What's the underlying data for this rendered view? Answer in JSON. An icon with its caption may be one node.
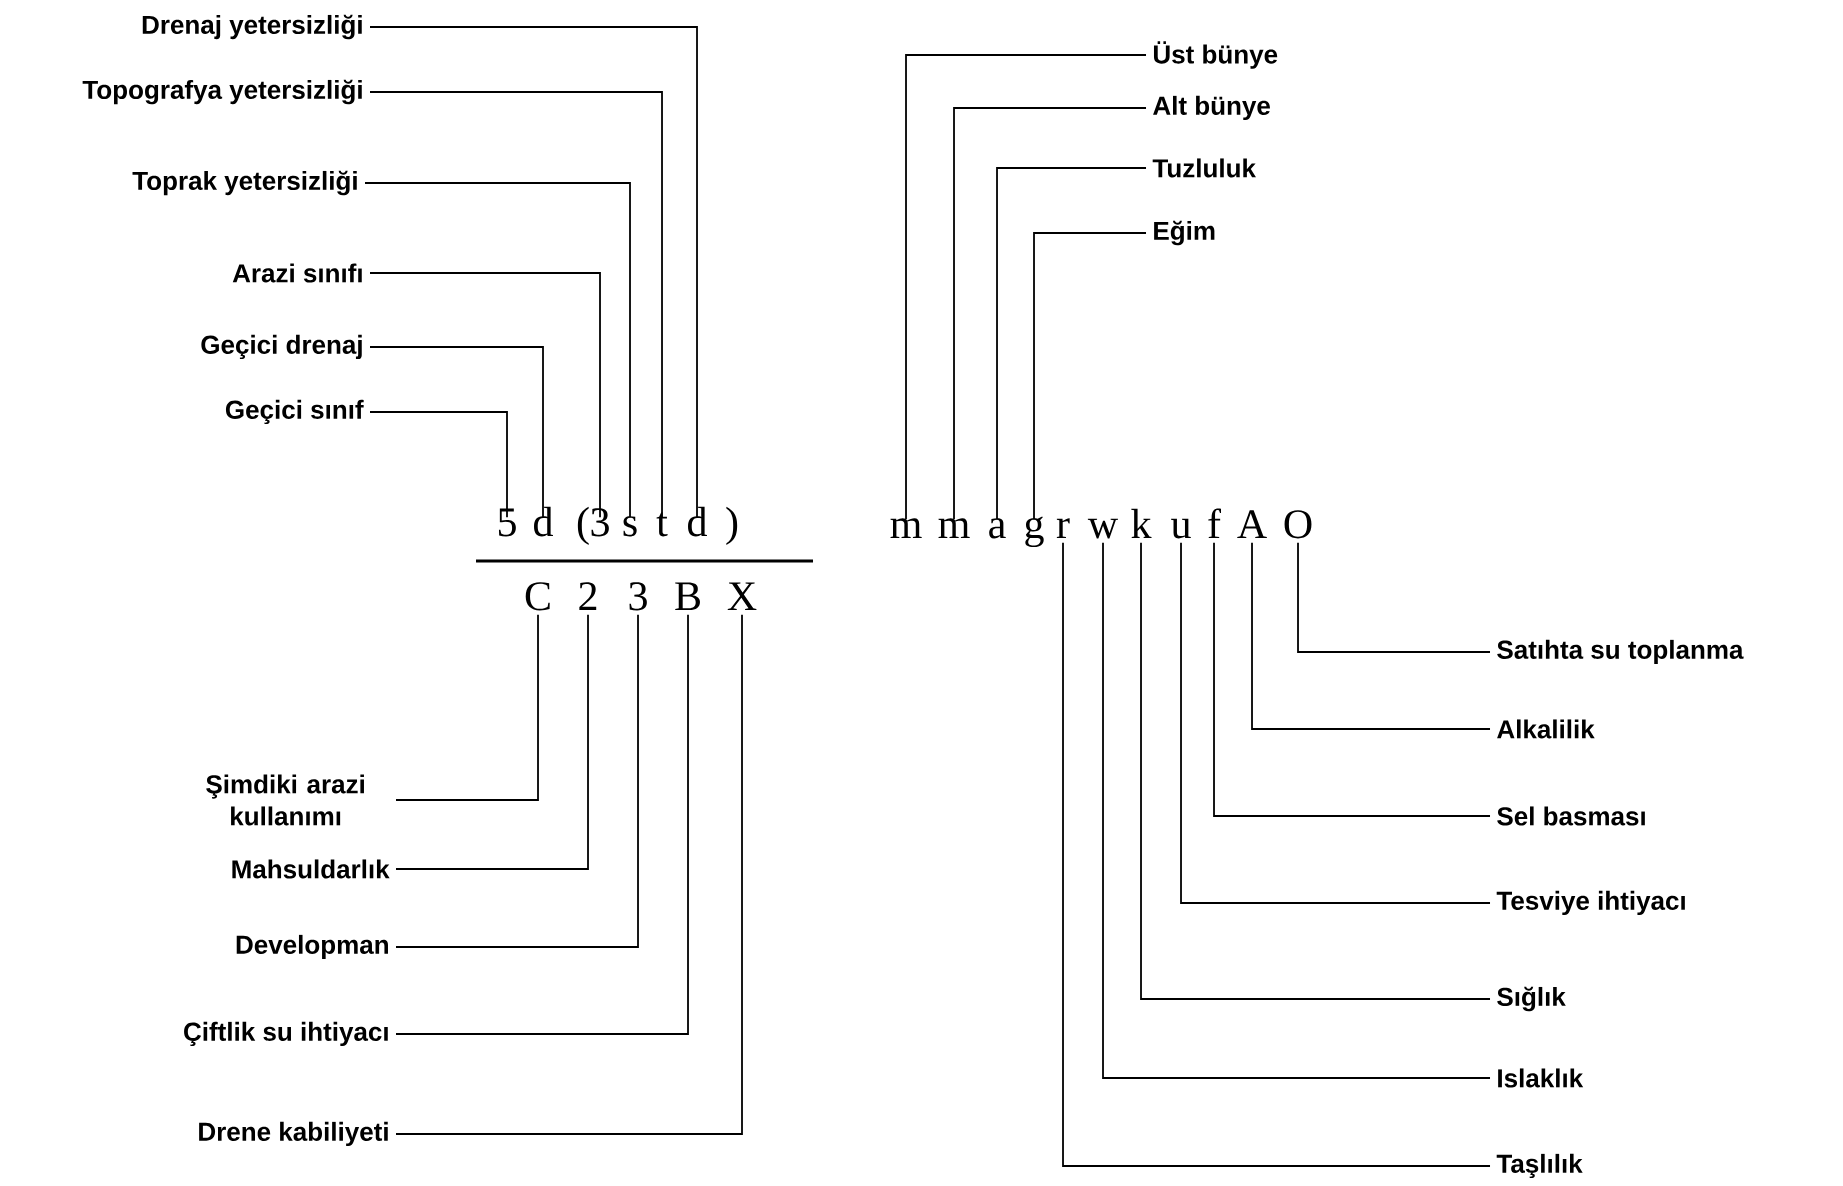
{
  "diagram": {
    "nodes": [
      {
        "text": [
          "Drenaj yetersizliği"
        ]
      },
      {
        "text": [
          "Topografya yetersizliği"
        ]
      },
      {
        "text": [
          "Toprak yetersizliği"
        ]
      },
      {
        "text": [
          "Arazi sınıfı"
        ]
      },
      {
        "text": [
          "Geçici drenaj"
        ]
      },
      {
        "text": [
          "Geçici sınıf"
        ]
      },
      {
        "text": [
          "Üst bünye"
        ]
      },
      {
        "text": [
          "Alt bünye"
        ]
      },
      {
        "text": [
          "Tuzluluk"
        ]
      },
      {
        "text": [
          "Eğim"
        ]
      },
      {
        "text": [
          "5"
        ]
      },
      {
        "text": [
          "d"
        ]
      },
      {
        "text": [
          "3"
        ]
      },
      {
        "text": [
          "s"
        ]
      },
      {
        "text": [
          "t"
        ]
      },
      {
        "text": [
          "d"
        ]
      },
      {
        "text": [
          "m"
        ]
      },
      {
        "text": [
          "m"
        ]
      },
      {
        "text": [
          "a"
        ]
      },
      {
        "text": [
          "g"
        ]
      },
      {
        "text": [
          "r"
        ]
      },
      {
        "text": [
          "w"
        ]
      },
      {
        "text": [
          "k"
        ]
      },
      {
        "text": [
          "u"
        ]
      },
      {
        "text": [
          "f"
        ]
      },
      {
        "text": [
          "A"
        ]
      },
      {
        "text": [
          "O"
        ]
      },
      {
        "text": [
          "C"
        ]
      },
      {
        "text": [
          "2"
        ]
      },
      {
        "text": [
          "3"
        ]
      },
      {
        "text": [
          "B"
        ]
      },
      {
        "text": [
          "X"
        ]
      },
      {
        "text": [
          "Satıhta su toplanma"
        ]
      },
      {
        "text": [
          "Alkalilik"
        ]
      },
      {
        "text": [
          "Sel basması"
        ]
      },
      {
        "text": [
          "Tesviye ihtiyacı"
        ]
      },
      {
        "text": [
          "Şimdiki arazi kullanımı"
        ]
      },
      {
        "text": [
          "Mahsuldarlık"
        ]
      },
      {
        "text": [
          "Developman"
        ]
      },
      {
        "text": [
          "Sığlık"
        ]
      },
      {
        "text": [
          "Çiftlik su ihtiyacı"
        ]
      },
      {
        "text": [
          "Islaklık"
        ]
      },
      {
        "text": [
          "Drene kabiliyeti"
        ]
      },
      {
        "text": [
          "Taşlılık"
        ]
      }
    ],
    "edges": [
      {
        "from": 0,
        "to": 15,
        "arrow": "none"
      },
      {
        "from": 1,
        "to": 14,
        "arrow": "none"
      },
      {
        "from": 2,
        "to": 13,
        "arrow": "none"
      },
      {
        "from": 3,
        "to": 12,
        "arrow": "none"
      },
      {
        "from": 4,
        "to": 11,
        "arrow": "none"
      },
      {
        "from": 5,
        "to": 10,
        "arrow": "none"
      },
      {
        "from": 6,
        "to": 16,
        "arrow": "none"
      },
      {
        "from": 7,
        "to": 17,
        "arrow": "none"
      },
      {
        "from": 8,
        "to": 18,
        "arrow": "none"
      },
      {
        "from": 9,
        "to": 19,
        "arrow": "none"
      },
      {
        "from": 32,
        "to": 26,
        "arrow": "none"
      },
      {
        "from": 33,
        "to": 25,
        "arrow": "none"
      },
      {
        "from": 34,
        "to": 24,
        "arrow": "none"
      },
      {
        "from": 35,
        "to": 23,
        "arrow": "none"
      },
      {
        "from": 36,
        "to": 27,
        "arrow": "none"
      },
      {
        "from": 37,
        "to": 28,
        "arrow": "none"
      },
      {
        "from": 38,
        "to": 29,
        "arrow": "none"
      },
      {
        "from": 39,
        "to": 22,
        "arrow": "none"
      },
      {
        "from": 40,
        "to": 30,
        "arrow": "none"
      },
      {
        "from": 41,
        "to": 21,
        "arrow": "none"
      },
      {
        "from": 42,
        "to": 31,
        "arrow": "none"
      },
      {
        "from": 43,
        "to": 20,
        "arrow": "none"
      }
    ],
    "labels": [
      "(",
      ")"
    ]
  }
}
